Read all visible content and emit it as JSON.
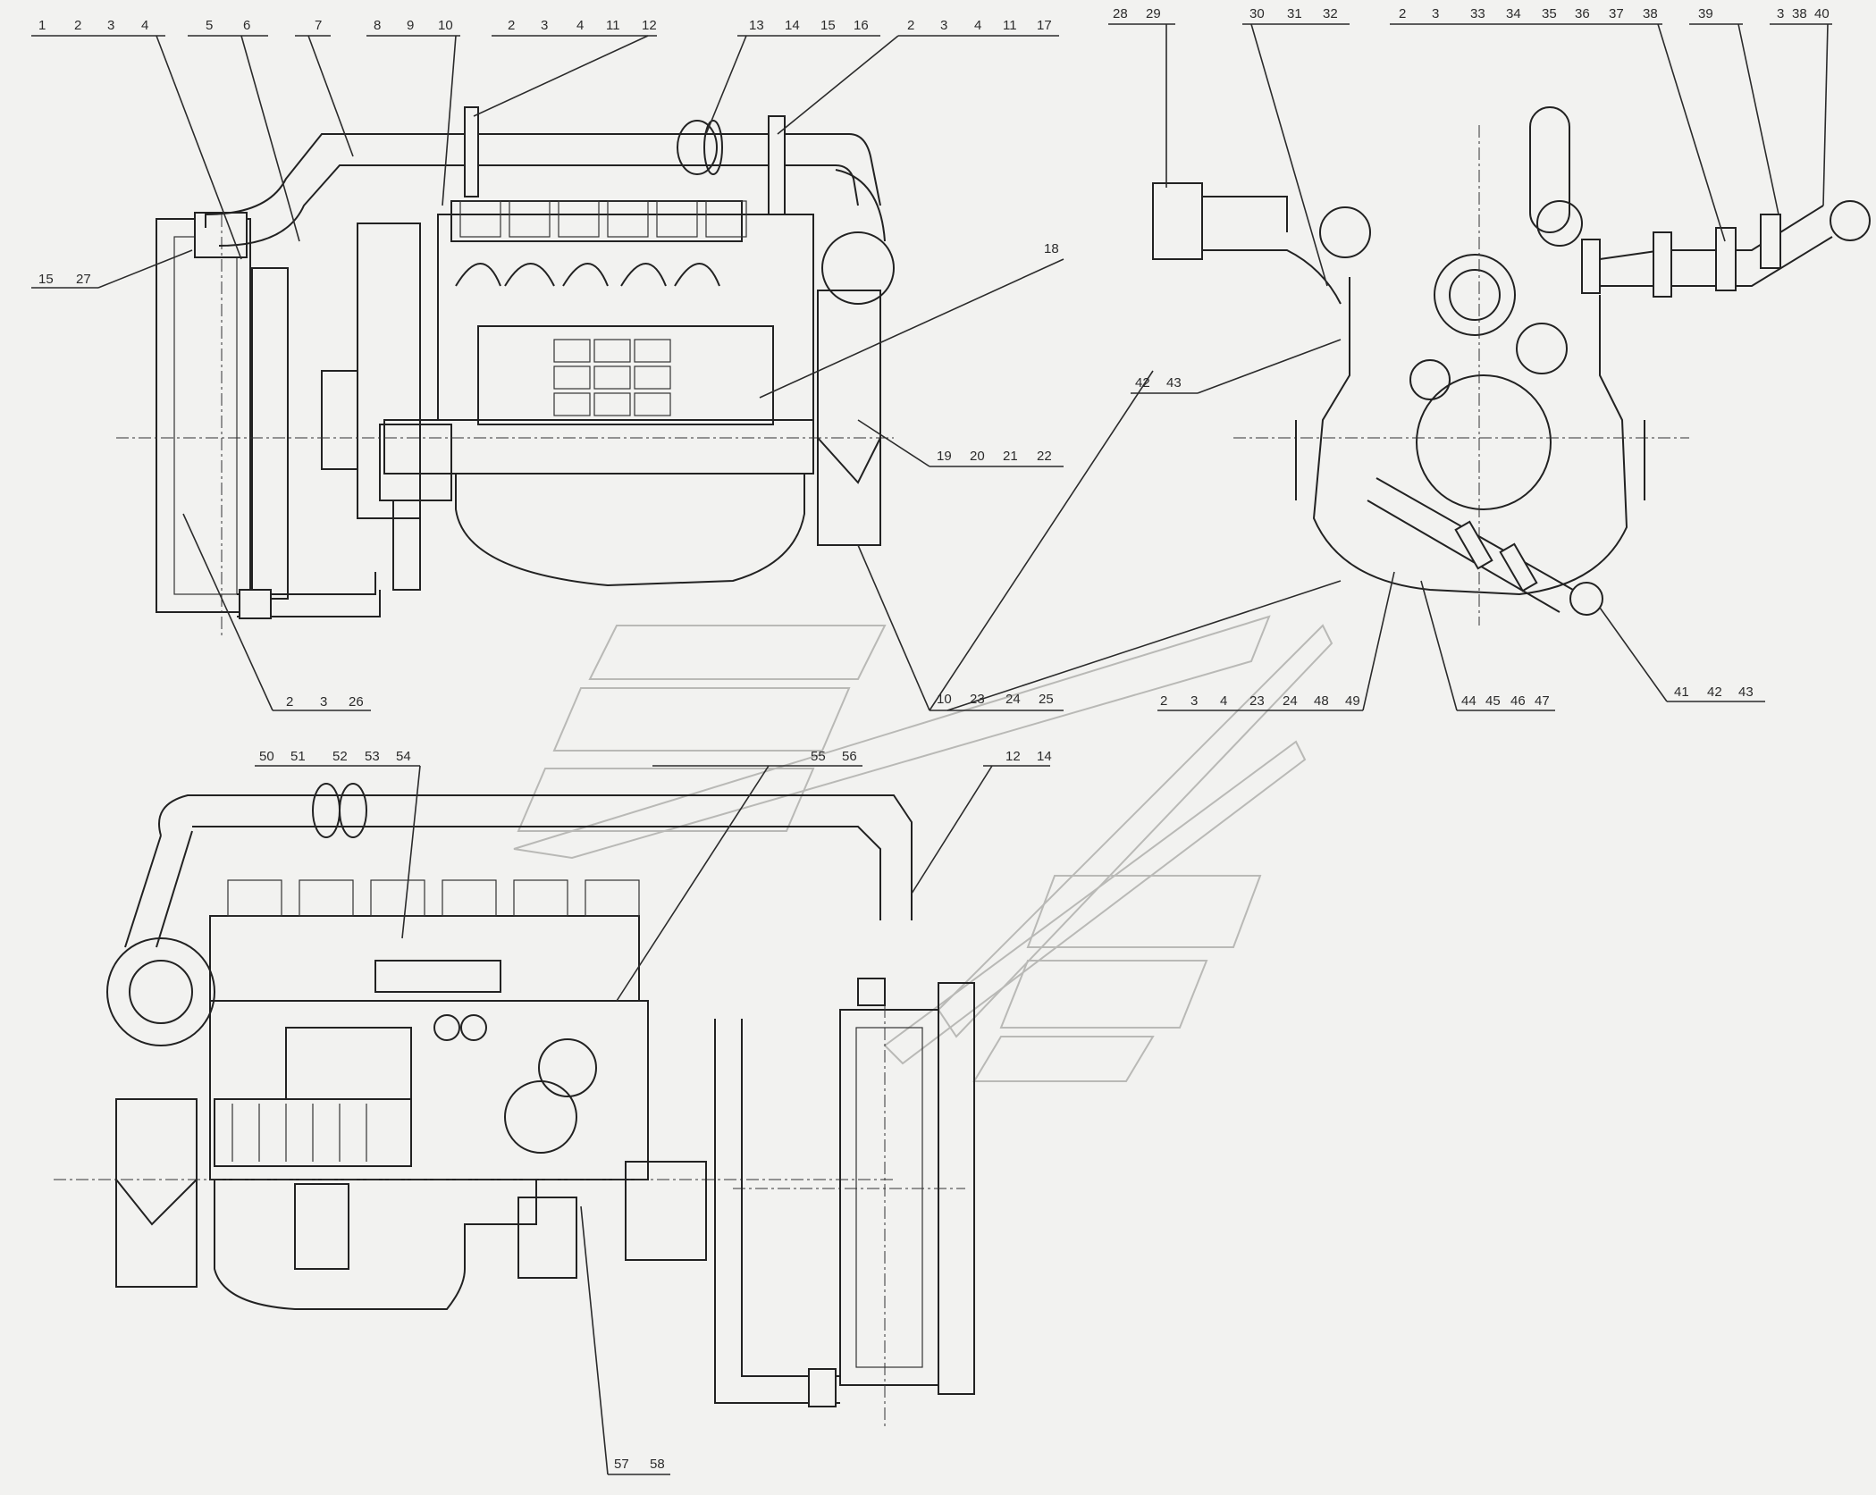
{
  "views": {
    "left_side": {
      "callouts_top": [
        "1",
        "2",
        "3",
        "4",
        "5",
        "6",
        "7",
        "8",
        "9",
        "10",
        "2",
        "3",
        "4",
        "11",
        "12",
        "13",
        "14",
        "15",
        "16",
        "2",
        "3",
        "4",
        "11",
        "17"
      ],
      "callout_18": "18",
      "callouts_15_27": [
        "15",
        "27"
      ],
      "callouts_19_22": [
        "19",
        "20",
        "21",
        "22"
      ],
      "callouts_2_3_26": [
        "2",
        "3",
        "26"
      ],
      "callouts_10_25": [
        "10",
        "23",
        "24",
        "25"
      ]
    },
    "front": {
      "callouts_top": [
        "28",
        "29",
        "30",
        "31",
        "32",
        "2",
        "3",
        "33",
        "34",
        "35",
        "36",
        "37",
        "38",
        "39",
        "3",
        "38",
        "40"
      ],
      "callouts_42_43": [
        "42",
        "43"
      ],
      "callouts_bottom": [
        "2",
        "3",
        "4",
        "23",
        "24",
        "48",
        "49",
        "44",
        "45",
        "46",
        "47",
        "41",
        "42",
        "43"
      ]
    },
    "right_side": {
      "callouts_top": [
        "50",
        "51",
        "52",
        "53",
        "54",
        "55",
        "56",
        "12",
        "14"
      ],
      "callouts_bottom": [
        "57",
        "58"
      ]
    }
  }
}
